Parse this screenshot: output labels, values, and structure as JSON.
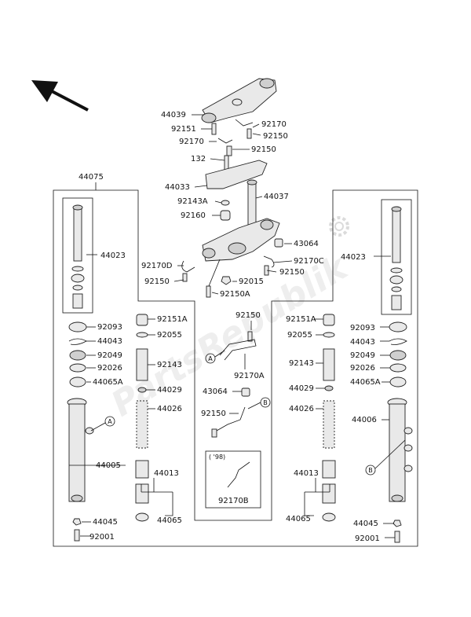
{
  "watermark": "PartsRepublik",
  "labels": {
    "p44039": "44039",
    "p92151": "92151",
    "p92170_l": "92170",
    "p92170_r": "92170",
    "p92150_r": "92150",
    "p92150_m": "92150",
    "p132": "132",
    "p44033": "44033",
    "p44037": "44037",
    "p92143A": "92143A",
    "p92160": "92160",
    "p43064_top": "43064",
    "p92170D": "92170D",
    "p92170C": "92170C",
    "p92150_l": "92150",
    "p92150_rc": "92150",
    "p92015": "92015",
    "p92150A": "92150A",
    "p44075": "44075",
    "p44023_l": "44023",
    "p44023_r": "44023",
    "p92093_l": "92093",
    "p92151A_l": "92151A",
    "p92150_c": "92150",
    "p92151A_r": "92151A",
    "p92093_r": "92093",
    "p44043_l": "44043",
    "p92055_l": "92055",
    "p92055_r": "92055",
    "p44043_r": "44043",
    "p92049_l": "92049",
    "p92143_l": "92143",
    "p92170A": "92170A",
    "p92143_r": "92143",
    "p92049_r": "92049",
    "p92026_l": "92026",
    "p92026_r": "92026",
    "p44065A_l": "44065A",
    "p44029_l": "44029",
    "p43064_c": "43064",
    "p44029_r": "44029",
    "p44065A_r": "44065A",
    "p44026_l": "44026",
    "p92150_c2": "92150",
    "p44026_r": "44026",
    "p44005": "44005",
    "p44006": "44006",
    "p44013_l": "44013",
    "p44013_r": "44013",
    "p92170B": "92170B",
    "note98": "( '98)",
    "p44045_l": "44045",
    "p44065_l": "44065",
    "p44065_r": "44065",
    "p44045_r": "44045",
    "p92001_l": "92001",
    "p92001_r": "92001",
    "callA1": "A",
    "callA2": "A",
    "callB1": "B",
    "callB2": "B"
  }
}
